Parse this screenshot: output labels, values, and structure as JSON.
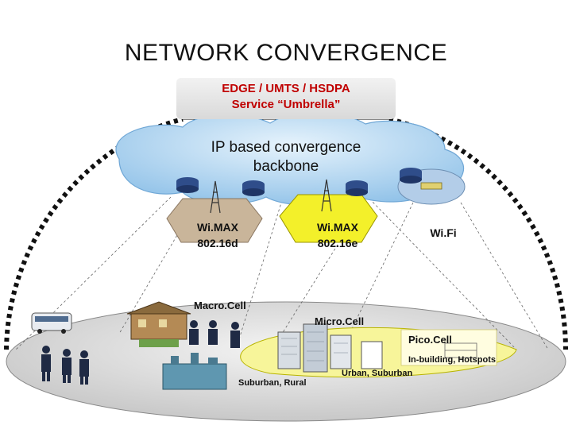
{
  "title": "NETWORK CONVERGENCE",
  "umbrella": {
    "line1": "EDGE / UMTS / HSDPA",
    "line2": "Service “Umbrella”"
  },
  "backbone": {
    "line1": "IP based convergence",
    "line2": "backbone"
  },
  "access_nodes": [
    {
      "line1": "Wi.MAX",
      "line2": "802.16d"
    },
    {
      "line1": "Wi.MAX",
      "line2": "802.16e"
    },
    {
      "line1": "Wi.Fi"
    }
  ],
  "cells": {
    "macro": "Macro.Cell",
    "micro": "Micro.Cell",
    "pico": "Pico.Cell"
  },
  "areas": {
    "in_building": "In-building, Hotspots",
    "urban": "Urban, Suburban",
    "suburban": "Suburban, Rural"
  },
  "colors": {
    "cloud": "#aed4f1",
    "wimax_tile": "#c9b59a",
    "wimax_e_tile": "#f3f02a",
    "wifi_tile": "#b3cde8",
    "macro_ground": "#dedede",
    "micro_ground": "#f7f59a",
    "umbrella_text": "#c00000"
  }
}
